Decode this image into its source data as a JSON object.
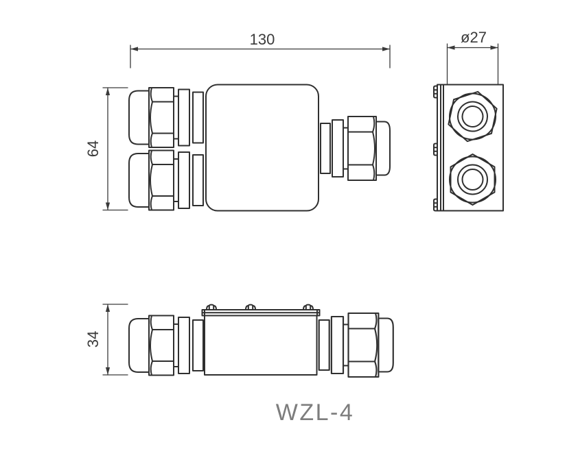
{
  "drawing": {
    "label": "WZL-4",
    "dimensions": {
      "front_length": "130",
      "front_height": "64",
      "end_diameter": "ø27",
      "side_height": "34"
    },
    "colors": {
      "outline": "#2f2f2f",
      "dimension": "#3a3a3a",
      "label": "#7d7d7d",
      "background": "#ffffff"
    }
  }
}
